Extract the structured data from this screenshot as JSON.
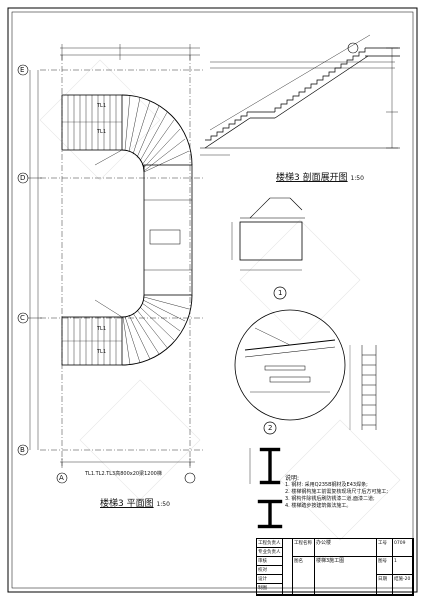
{
  "drawing": {
    "plan_title": "楼梯3 平面图",
    "plan_scale": "1:50",
    "section_title": "楼梯3 剖面展开图",
    "section_scale": "1:50",
    "grid_labels": [
      "A",
      "B",
      "C",
      "D",
      "E"
    ],
    "detail_callouts": [
      "1",
      "2"
    ],
    "plan_labels": [
      "TL1",
      "TL1",
      "TL1",
      "TL1"
    ],
    "note_bottom": "TL1.TL2.TL3高800x20梁1200梯"
  },
  "notes": {
    "heading": "说明:",
    "items": [
      "1. 钢材: 采用Q235B钢材及E43焊条;",
      "2. 楼梯钢构施工前需复核现场尺寸后方可施工;",
      "3. 钢构件除锈后刷防锈漆二道,面漆二道;",
      "4. 楼梯踏步按建筑做法施工。"
    ]
  },
  "title_block": {
    "rows_left": [
      "工程负责人",
      "专业负责人",
      "审核",
      "校对",
      "设计",
      "制图"
    ],
    "col_labels": [
      "工程名称",
      "图名",
      "工号",
      "图号",
      "日期"
    ],
    "project_name": "办公楼",
    "drawing_name": "楼梯3施工图",
    "job_no": "0709",
    "sheet_no": "1",
    "date": "结施-20"
  }
}
